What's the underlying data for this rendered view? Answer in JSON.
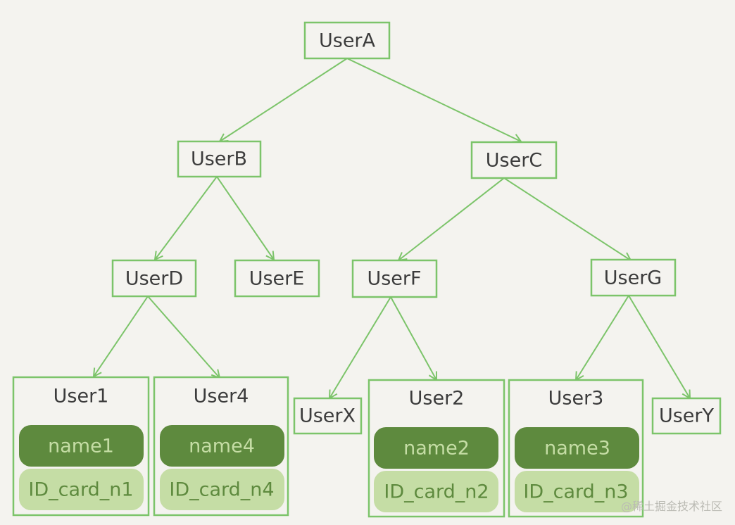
{
  "nodes": {
    "userA": "UserA",
    "userB": "UserB",
    "userC": "UserC",
    "userD": "UserD",
    "userE": "UserE",
    "userF": "UserF",
    "userG": "UserG",
    "userX": "UserX",
    "userY": "UserY"
  },
  "records": {
    "user1": {
      "title": "User1",
      "name": "name1",
      "id": "ID_card_n1"
    },
    "user4": {
      "title": "User4",
      "name": "name4",
      "id": "ID_card_n4"
    },
    "user2": {
      "title": "User2",
      "name": "name2",
      "id": "ID_card_n2"
    },
    "user3": {
      "title": "User3",
      "name": "name3",
      "id": "ID_card_n3"
    }
  },
  "watermark": "@稀土掘金技术社区",
  "colors": {
    "line": "#7cc46a",
    "pill_dark": "#5e8a3e",
    "pill_light": "#c5dda5",
    "background": "#f4f3ef"
  }
}
